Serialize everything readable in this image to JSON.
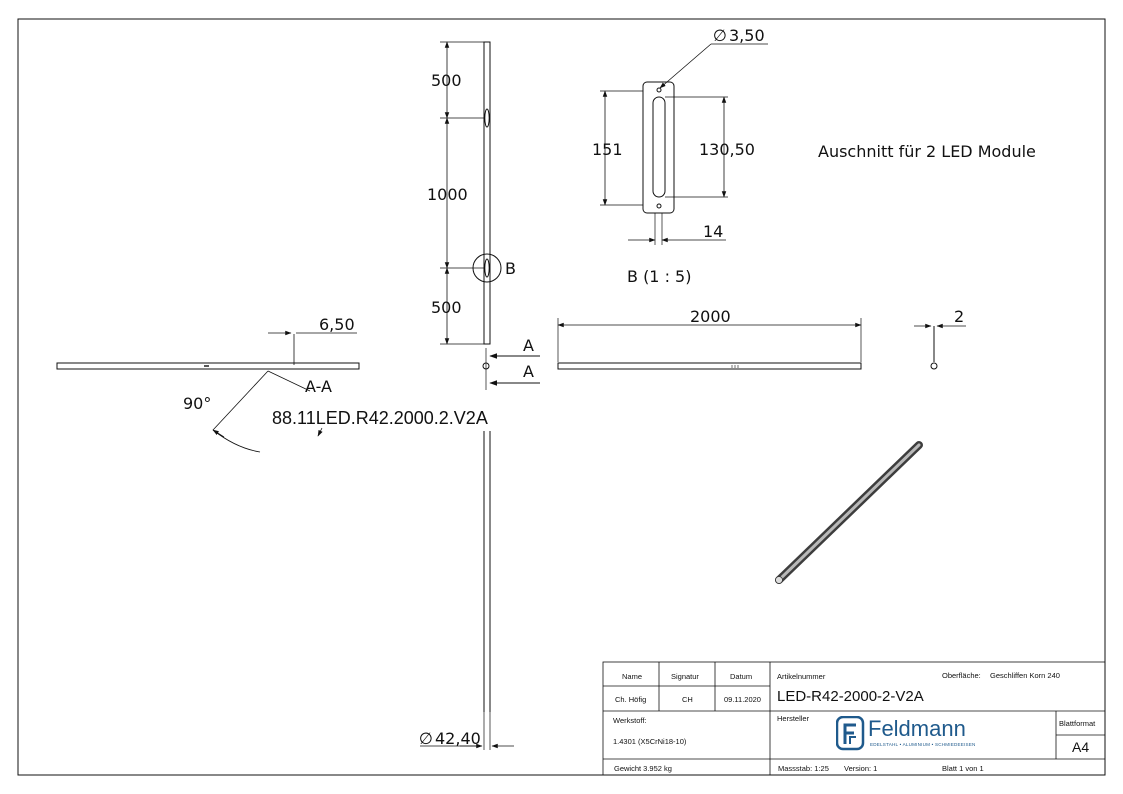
{
  "drawing": {
    "dims": {
      "top_seg": "500",
      "mid_seg": "1000",
      "bot_seg": "500",
      "hole_dia": "3,50",
      "detail_h": "151",
      "slot_len": "130,50",
      "detail_w": "14",
      "length": "2000",
      "thickness": "2",
      "offset": "6,50",
      "angle": "90°",
      "tube_dia": "42,40",
      "dia_symbol": "∅"
    },
    "labels": {
      "detail_ref": "B",
      "detail_title": "B (1 : 5)",
      "section_a1": "A",
      "section_a2": "A",
      "section_title": "A-A",
      "note": "Auschnitt für 2 LED Module",
      "part_code": "88.11LED.R42.2000.2.V2A"
    }
  },
  "title_block": {
    "headers": {
      "name": "Name",
      "signatur": "Signatur",
      "datum": "Datum"
    },
    "author": {
      "name": "Ch. Höfig",
      "signatur": "CH",
      "datum": "09.11.2020"
    },
    "artikelnummer_label": "Artikelnummer",
    "artikelnummer": "LED-R42-2000-2-V2A",
    "oberflaeche_label": "Oberfläche:",
    "oberflaeche": "Geschliffen Korn 240",
    "werkstoff_label": "Werkstoff:",
    "werkstoff": "1.4301 (X5CrNi18-10)",
    "hersteller_label": "Hersteller",
    "logo_name": "Feldmann",
    "logo_tagline": "EDELSTAHL • ALUMINIUM • SCHMIEDEEISEN",
    "blattformat_label": "Blattformat",
    "blattformat": "A4",
    "gewicht": "Gewicht 3.952 kg",
    "massstab": "Massstab: 1:25",
    "version": "Version: 1",
    "blatt": "Blatt 1 von 1"
  },
  "colors": {
    "line": "#111111",
    "logo": "#1f5a8c",
    "tube_dark": "#5a5a5a",
    "tube_light": "#b9b9b9"
  }
}
